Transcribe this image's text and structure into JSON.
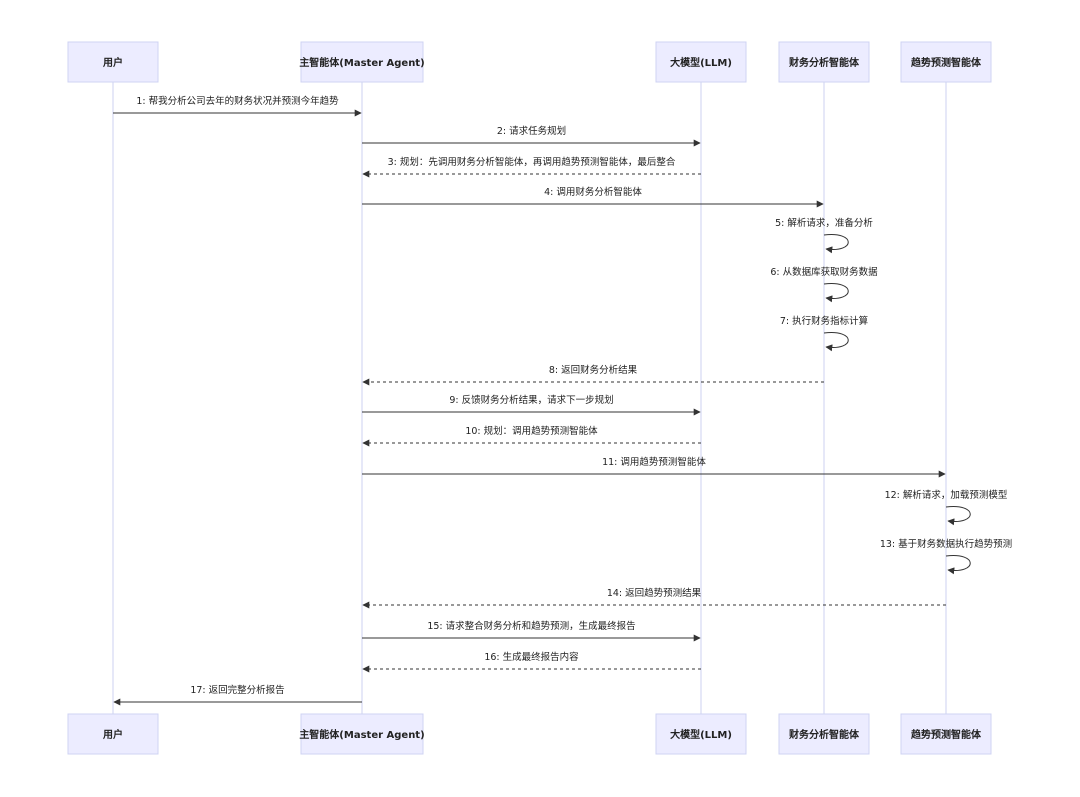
{
  "actors": [
    {
      "id": "user",
      "label": "用户"
    },
    {
      "id": "master",
      "label": "主智能体(Master Agent)"
    },
    {
      "id": "llm",
      "label": "大模型(LLM)"
    },
    {
      "id": "finance",
      "label": "财务分析智能体"
    },
    {
      "id": "trend",
      "label": "趋势预测智能体"
    }
  ],
  "messages": [
    {
      "from": "user",
      "to": "master",
      "style": "solid",
      "label": "1: 帮我分析公司去年的财务状况并预测今年趋势"
    },
    {
      "from": "master",
      "to": "llm",
      "style": "solid",
      "label": "2: 请求任务规划"
    },
    {
      "from": "llm",
      "to": "master",
      "style": "dashed",
      "label": "3: 规划：先调用财务分析智能体，再调用趋势预测智能体，最后整合"
    },
    {
      "from": "master",
      "to": "finance",
      "style": "solid",
      "label": "4: 调用财务分析智能体"
    },
    {
      "from": "finance",
      "to": "finance",
      "style": "self",
      "label": "5: 解析请求，准备分析"
    },
    {
      "from": "finance",
      "to": "finance",
      "style": "self",
      "label": "6: 从数据库获取财务数据"
    },
    {
      "from": "finance",
      "to": "finance",
      "style": "self",
      "label": "7: 执行财务指标计算"
    },
    {
      "from": "finance",
      "to": "master",
      "style": "dashed",
      "label": "8: 返回财务分析结果"
    },
    {
      "from": "master",
      "to": "llm",
      "style": "solid",
      "label": "9: 反馈财务分析结果，请求下一步规划"
    },
    {
      "from": "llm",
      "to": "master",
      "style": "dashed",
      "label": "10: 规划：调用趋势预测智能体"
    },
    {
      "from": "master",
      "to": "trend",
      "style": "solid",
      "label": "11: 调用趋势预测智能体"
    },
    {
      "from": "trend",
      "to": "trend",
      "style": "self",
      "label": "12: 解析请求，加载预测模型"
    },
    {
      "from": "trend",
      "to": "trend",
      "style": "self",
      "label": "13: 基于财务数据执行趋势预测"
    },
    {
      "from": "trend",
      "to": "master",
      "style": "dashed",
      "label": "14: 返回趋势预测结果"
    },
    {
      "from": "master",
      "to": "llm",
      "style": "solid",
      "label": "15: 请求整合财务分析和趋势预测，生成最终报告"
    },
    {
      "from": "llm",
      "to": "master",
      "style": "dashed",
      "label": "16: 生成最终报告内容"
    },
    {
      "from": "master",
      "to": "user",
      "style": "solid",
      "label": "17: 返回完整分析报告"
    }
  ]
}
